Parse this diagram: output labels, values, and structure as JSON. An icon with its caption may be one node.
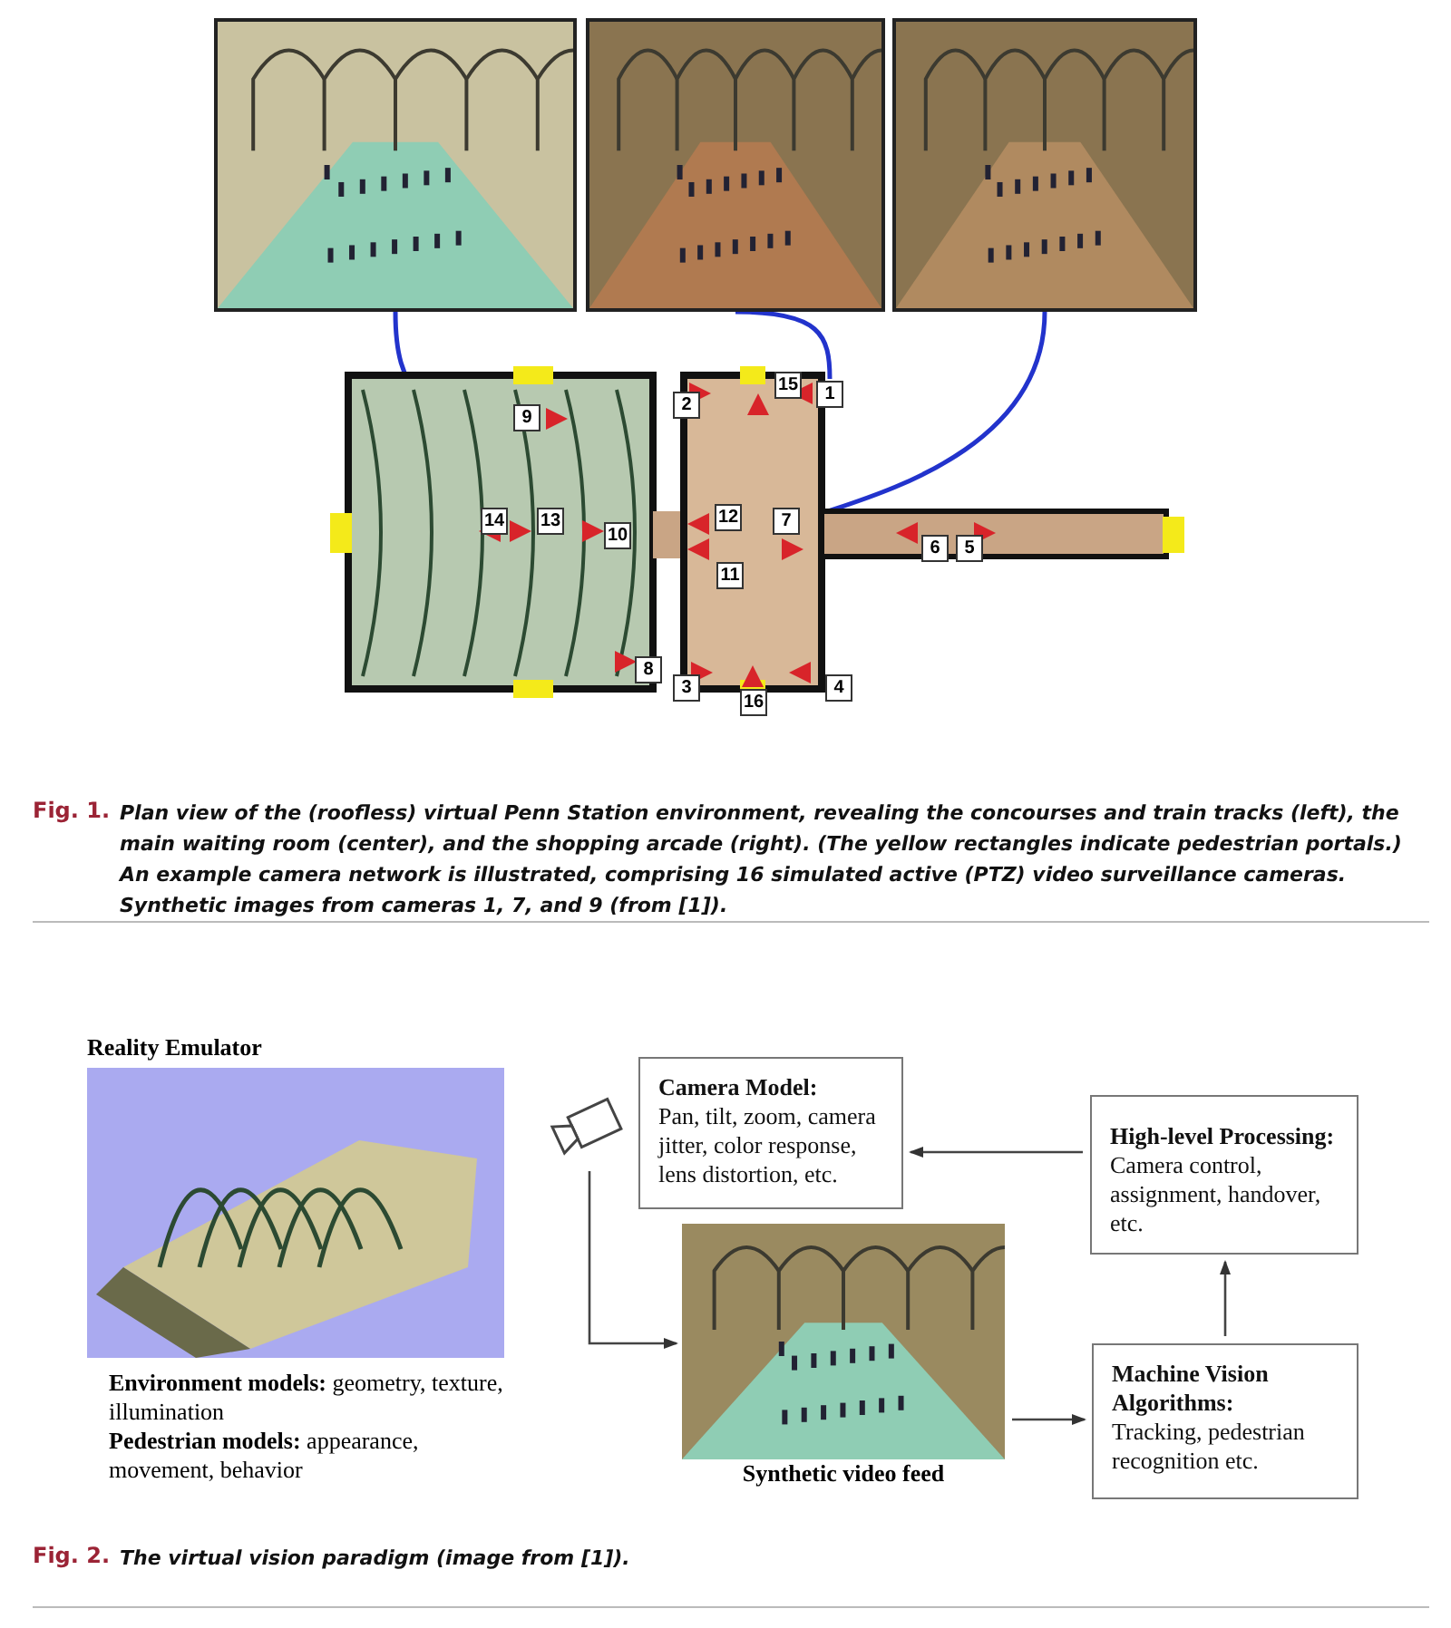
{
  "diagram": {
    "nodes": [
      {
        "text": [],
        "shape": "picture"
      },
      {
        "text": [],
        "shape": "picture"
      },
      {
        "text": [],
        "shape": "picture"
      },
      {
        "text": [],
        "shape": "picture"
      },
      {
        "text": [
          "2"
        ],
        "in": 3
      },
      {
        "text": [
          "15"
        ],
        "in": 3
      },
      {
        "text": [
          "1"
        ],
        "in": 3
      },
      {
        "text": [
          "9"
        ],
        "in": 3
      },
      {
        "text": [
          "14"
        ],
        "in": 3
      },
      {
        "text": [
          "13"
        ],
        "in": 3
      },
      {
        "text": [
          "10"
        ],
        "in": 3
      },
      {
        "text": [
          "12"
        ],
        "in": 3
      },
      {
        "text": [
          "7"
        ],
        "in": 3
      },
      {
        "text": [
          "6"
        ],
        "in": 3
      },
      {
        "text": [
          "5"
        ],
        "in": 3
      },
      {
        "text": [
          "11"
        ],
        "in": 3
      },
      {
        "text": [
          "8"
        ],
        "in": 3
      },
      {
        "text": [
          "3"
        ],
        "in": 3
      },
      {
        "text": [
          "16"
        ],
        "in": 3
      },
      {
        "text": [
          "4"
        ],
        "in": 3
      },
      {
        "text": [
          "Reality Emulator",
          "**Environment models:** geometry, texture, illumination",
          "**Pedestrian models:** appearance, movement, behavior"
        ]
      },
      {
        "text": [],
        "shape": "camera"
      },
      {
        "text": [
          "Camera Model:",
          "Pan, tilt, zoom, camera jitter, color response, lens distortion, etc."
        ]
      },
      {
        "text": [
          "High-level Processing:",
          "Camera control, assignment, handover, etc."
        ]
      },
      {
        "text": [
          "Synthetic video feed"
        ]
      },
      {
        "text": [
          "Machine Vision Algorithms:",
          "Tracking, pedestrian recognition etc."
        ]
      }
    ],
    "edges": [
      {
        "from": 0,
        "to": 7,
        "arrow": "none",
        "color": "#2233cc"
      },
      {
        "from": 1,
        "to": 6,
        "arrow": "none",
        "color": "#2233cc"
      },
      {
        "from": 2,
        "to": 12,
        "arrow": "none",
        "color": "#2233cc"
      },
      {
        "from": 21,
        "to": 24,
        "arrow": "to"
      },
      {
        "from": 24,
        "to": 25,
        "arrow": "to"
      },
      {
        "from": 25,
        "to": 23,
        "arrow": "to"
      },
      {
        "from": 23,
        "to": 22,
        "arrow": "to"
      }
    ],
    "labels": [
      "Fig. 1.",
      "Plan view of the (roofless) virtual Penn Station environment, revealing the concourses and train tracks (left), the main waiting room (center), and the shopping arcade (right). (The yellow rectangles indicate pedestrian portals.) An example camera network is illustrated, comprising 16 simulated active (PTZ) video surveillance cameras. Synthetic images from cameras 1, 7, and 9 (from [1]).",
      "Fig. 2.",
      "The virtual vision paradigm (image from [1])."
    ]
  }
}
